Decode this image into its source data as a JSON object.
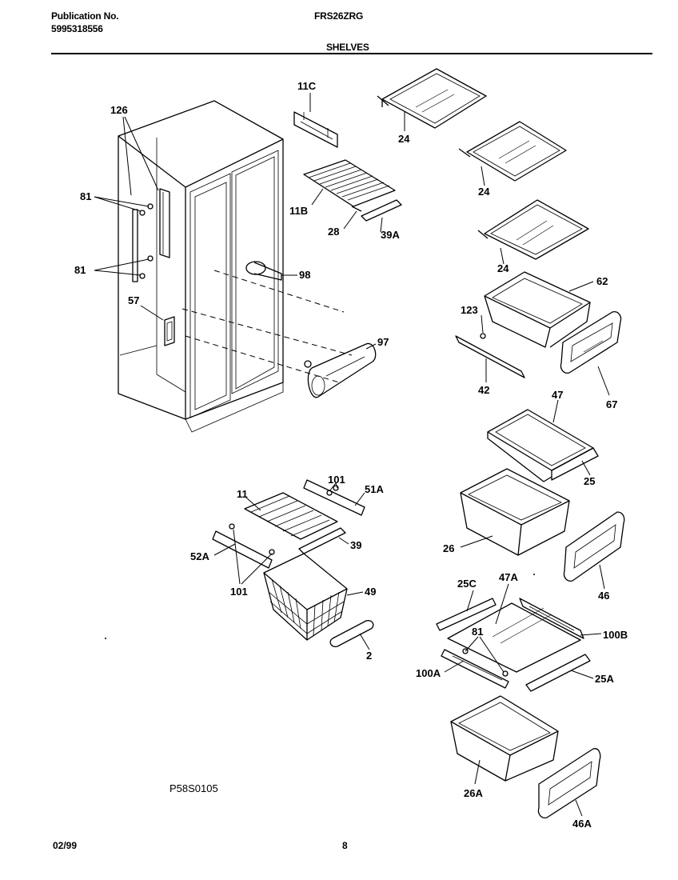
{
  "header": {
    "publication_label": "Publication No.",
    "publication_number": "5995318556",
    "model": "FRS26ZRG",
    "section": "SHELVES"
  },
  "labels": {
    "p126": "126",
    "p81a": "81",
    "p81b": "81",
    "p57": "57",
    "p11c": "11C",
    "p11b": "11B",
    "p28": "28",
    "p39a": "39A",
    "p98": "98",
    "p97": "97",
    "p24a": "24",
    "p24b": "24",
    "p24c": "24",
    "p62": "62",
    "p123": "123",
    "p42": "42",
    "p67": "67",
    "p47": "47",
    "p25": "25",
    "p26": "26",
    "p46": "46",
    "p47a": "47A",
    "p25c": "25C",
    "p81c": "81",
    "p100b": "100B",
    "p100a": "100A",
    "p25a": "25A",
    "p26a": "26A",
    "p46a": "46A",
    "p101a": "101",
    "p51a": "51A",
    "p11": "11",
    "p39": "39",
    "p52a": "52A",
    "p101b": "101",
    "p49": "49",
    "p2": "2"
  },
  "diagram_code": "P58S0105",
  "footer": {
    "date": "02/99",
    "page": "8"
  }
}
